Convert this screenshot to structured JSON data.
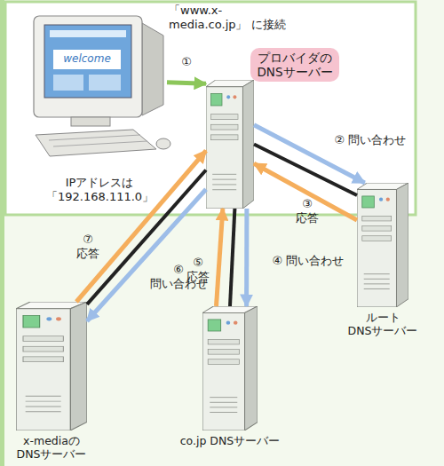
{
  "diagram": {
    "nodes": [
      {
        "text": [
          "welcome"
        ]
      },
      {
        "text": [
          "プロバイダの DNSサーバー"
        ]
      },
      {
        "text": [
          "ルート DNSサーバー"
        ]
      },
      {
        "text": [
          "co.jp DNSサーバー"
        ]
      },
      {
        "text": [
          "x-mediaの DNSサーバー"
        ]
      }
    ],
    "edges": [
      {
        "from": 0,
        "to": 1,
        "arrow": "to",
        "label": "①"
      },
      {
        "from": 1,
        "to": 2,
        "arrow": "to",
        "label": "② 問い合わせ"
      },
      {
        "from": 2,
        "to": 1,
        "arrow": "to",
        "label": "③ 応答"
      },
      {
        "from": 1,
        "to": 2,
        "arrow": "none"
      },
      {
        "from": 1,
        "to": 3,
        "arrow": "to",
        "label": "④ 問い合わせ"
      },
      {
        "from": 3,
        "to": 1,
        "arrow": "to",
        "label": "⑤ 応答"
      },
      {
        "from": 1,
        "to": 3,
        "arrow": "none"
      },
      {
        "from": 1,
        "to": 4,
        "arrow": "to",
        "label": "⑥ 問い合わせ"
      },
      {
        "from": 4,
        "to": 1,
        "arrow": "to",
        "label": "⑦ 応答"
      },
      {
        "from": 1,
        "to": 4,
        "arrow": "none"
      }
    ],
    "labels": [
      "「www.x-media.co.jp」 に接続",
      "IPアドレスは 「192.168.111.0」"
    ]
  }
}
